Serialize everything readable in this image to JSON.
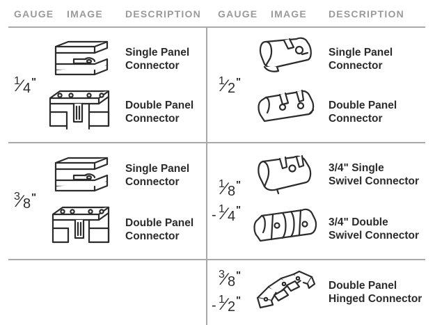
{
  "headers": {
    "gauge": "GAUGE",
    "image": "IMAGE",
    "description": "DESCRIPTION"
  },
  "left": {
    "row1": {
      "gauge": {
        "num": "1",
        "den": "4",
        "mark": "\""
      },
      "items": [
        "Single Panel\nConnector",
        "Double Panel\nConnector"
      ]
    },
    "row2": {
      "gauge": {
        "num": "3",
        "den": "8",
        "mark": "\""
      },
      "items": [
        "Single Panel\nConnector",
        "Double Panel\nConnector"
      ]
    }
  },
  "right": {
    "row1": {
      "gauge": {
        "num": "1",
        "den": "2",
        "mark": "\""
      },
      "items": [
        "Single Panel\nConnector",
        "Double Panel\nConnector"
      ]
    },
    "row2": {
      "gauge_a": {
        "num": "1",
        "den": "8",
        "mark": "\""
      },
      "gauge_b": {
        "dash": "-",
        "num": "1",
        "den": "4",
        "mark": "\""
      },
      "items": [
        "3/4\" Single\nSwivel Connector",
        "3/4\" Double\nSwivel Connector"
      ]
    },
    "row3": {
      "gauge_a": {
        "num": "3",
        "den": "8",
        "mark": "\""
      },
      "gauge_b": {
        "dash": "-",
        "num": "1",
        "den": "2",
        "mark": "\""
      },
      "items": [
        "Double Panel\nHinged Connector"
      ]
    }
  },
  "icons": {
    "single_panel": "single-panel-connector-icon",
    "double_panel": "double-panel-connector-icon",
    "round_single": "round-single-connector-icon",
    "round_double": "round-double-connector-icon",
    "swivel_single": "swivel-single-connector-icon",
    "swivel_double": "swivel-double-connector-icon",
    "hinged": "hinged-connector-icon"
  },
  "colors": {
    "header_text": "#9a9a9a",
    "rule": "#a9a9a9",
    "text": "#2b2b2b",
    "background": "#ffffff"
  }
}
